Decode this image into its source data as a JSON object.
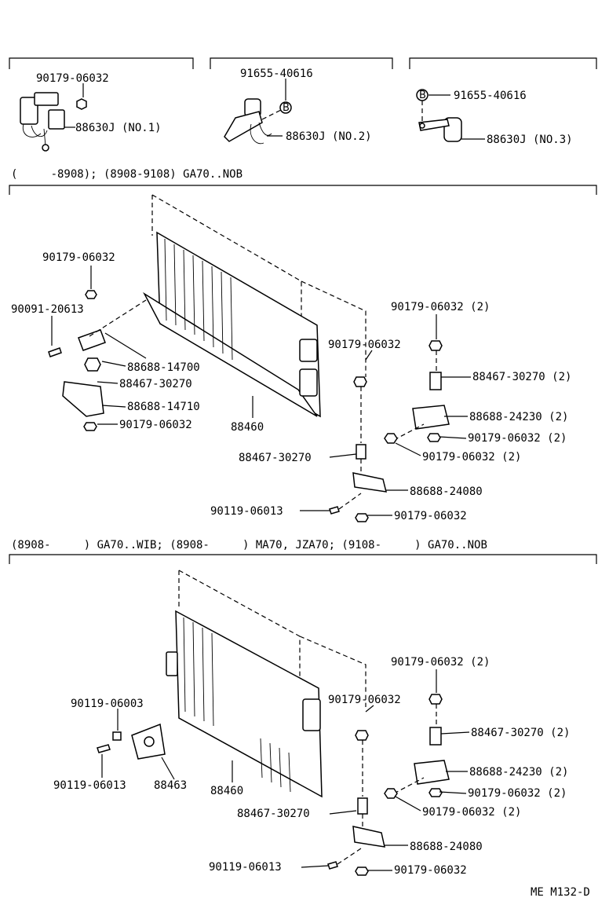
{
  "sections": {
    "top": {
      "group1": {
        "labels": [
          "90179-06032",
          "88630J (NO.1)"
        ]
      },
      "group2": {
        "labels": [
          "91655-40616",
          "88630J (NO.2)"
        ],
        "marker": "B"
      },
      "group3": {
        "labels": [
          "91655-40616",
          "88630J (NO.3)"
        ],
        "marker": "B"
      }
    },
    "middle": {
      "header": "(     -8908); (8908-9108) GA70..NOB",
      "labels": {
        "a": "90179-06032",
        "b": "90091-20613",
        "c": "88688-14700",
        "d": "88467-30270",
        "e": "88688-14710",
        "f": "90179-06032",
        "g": "88460",
        "h": "90179-06032",
        "i": "90179-06032 (2)",
        "j": "88467-30270 (2)",
        "k": "88688-24230 (2)",
        "l": "90179-06032 (2)",
        "m": "90179-06032 (2)",
        "n": "88467-30270",
        "o": "88688-24080",
        "p": "90119-06013",
        "q": "90179-06032"
      }
    },
    "bottom": {
      "header": "(8908-     ) GA70..WIB; (8908-     ) MA70, JZA70; (9108-     ) GA70..NOB",
      "labels": {
        "a": "90179-06032 (2)",
        "b": "90179-06032",
        "c": "90119-06003",
        "d": "88467-30270 (2)",
        "e": "88688-24230 (2)",
        "f": "90179-06032 (2)",
        "g": "90119-06013",
        "h": "88463",
        "i": "88460",
        "j": "90179-06032 (2)",
        "k": "88467-30270",
        "l": "88688-24080",
        "m": "90119-06013",
        "n": "90179-06032"
      }
    }
  },
  "footer": {
    "code": "ME M132-D"
  }
}
